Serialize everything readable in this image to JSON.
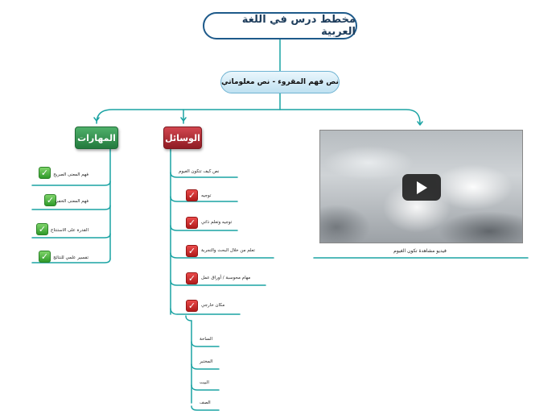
{
  "root": {
    "title": "مخطط درس في اللغة العربية"
  },
  "topic": {
    "label": "نص فهم المقروء - نص معلوماتي"
  },
  "skills": {
    "title": "المهارات",
    "items": [
      {
        "label": "فهم المعنى الصريح",
        "icon": "green-check-icon"
      },
      {
        "label": "فهم المعنى الخفي",
        "icon": "green-check-icon"
      },
      {
        "label": "القدرة على الاستنتاج",
        "icon": "green-check-icon"
      },
      {
        "label": "تفسير علمي للنتائج",
        "icon": "green-check-icon"
      }
    ]
  },
  "means": {
    "title": "الوسائل",
    "items": [
      {
        "label": "نص كيف تتكون الغيوم",
        "icon": ""
      },
      {
        "label": "توجيه",
        "icon": "red-check-icon"
      },
      {
        "label": "توجيه وتعلم ذاتي",
        "icon": "red-check-icon"
      },
      {
        "label": "تعلم من خلال البحث والتجربة",
        "icon": "red-check-icon"
      },
      {
        "label": "مهام محوسبة / أوراق عمل",
        "icon": "red-check-icon"
      },
      {
        "label": "مكان خارجي",
        "icon": "red-check-icon"
      }
    ],
    "places": [
      {
        "label": "الساحة"
      },
      {
        "label": "المختبر"
      },
      {
        "label": "البيت"
      },
      {
        "label": "الصف"
      }
    ]
  },
  "video": {
    "label": "فيديو مشاهدة تكون الغيوم",
    "icon": "play-icon"
  },
  "colors": {
    "link": "#1aa3a3",
    "root_border": "#1e5a8a",
    "skills": "#2e8b46",
    "means": "#a8222b"
  }
}
